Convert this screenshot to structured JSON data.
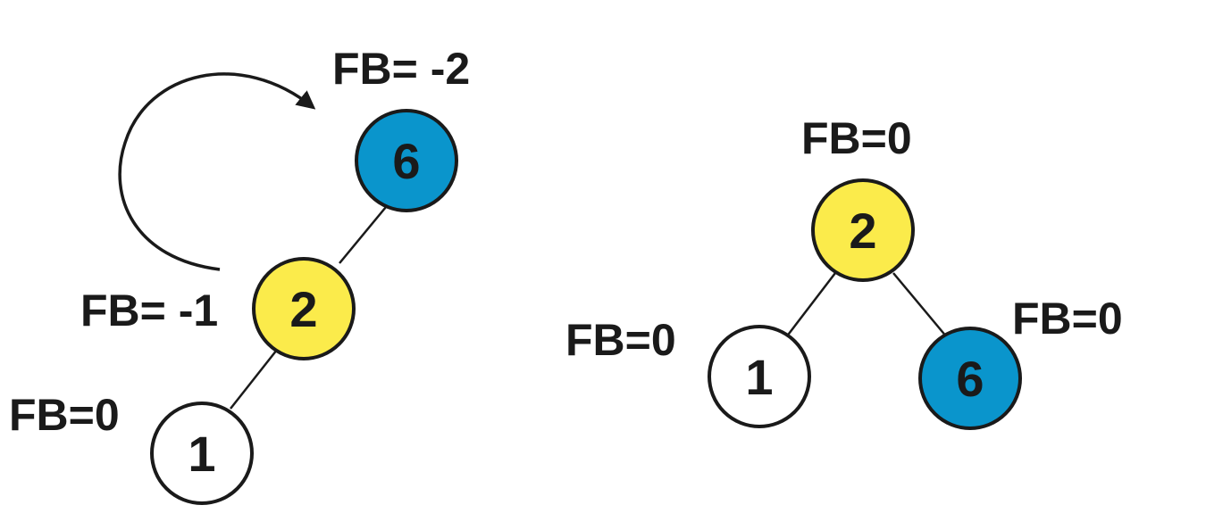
{
  "colors": {
    "yellow": "#fbeb4b",
    "blue": "#0a95cc",
    "white": "#ffffff",
    "ink": "#1a1a1a"
  },
  "before": {
    "nodes": {
      "six": {
        "value": "6",
        "balance": "FB= -2",
        "color": "#0a95cc"
      },
      "two": {
        "value": "2",
        "balance": "FB= -1",
        "color": "#fbeb4b"
      },
      "one": {
        "value": "1",
        "balance": "FB=0",
        "color": "#ffffff"
      }
    },
    "rotation_arrow_icon": "curved-rotation-arrow"
  },
  "after": {
    "nodes": {
      "two": {
        "value": "2",
        "balance": "FB=0",
        "color": "#fbeb4b"
      },
      "one": {
        "value": "1",
        "balance": "FB=0",
        "color": "#ffffff"
      },
      "six": {
        "value": "6",
        "balance": "FB=0",
        "color": "#0a95cc"
      }
    }
  }
}
